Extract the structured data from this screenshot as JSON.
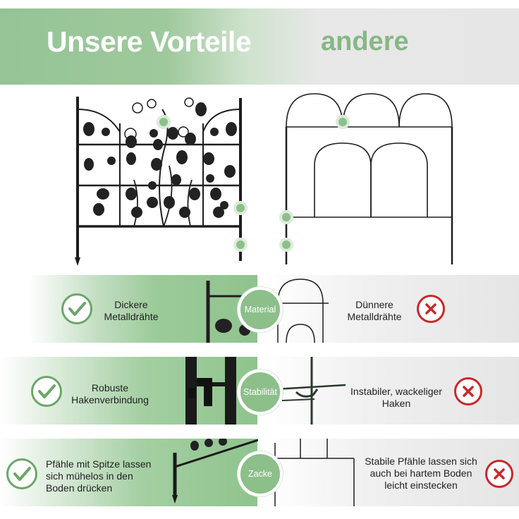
{
  "header": {
    "ours_title": "Unsere Vorteile",
    "other_title": "andere"
  },
  "colors": {
    "accent_green": "#8cbf8a",
    "check_green": "#6ca66a",
    "cross_red": "#c8282b",
    "fence_dark": "#1e1e1e"
  },
  "rows": [
    {
      "badge": "Material",
      "ours_text": "Dickere Metalldrähte",
      "other_text": "Dünnere Metalldrähte",
      "ours_icon": "check-icon",
      "other_icon": "cross-icon"
    },
    {
      "badge": "Stabilität",
      "ours_text": "Robuste Hakenverbindung",
      "other_text": "Instabiler, wackeliger Haken",
      "ours_icon": "check-icon",
      "other_icon": "cross-icon"
    },
    {
      "badge": "Zacke",
      "ours_text": "Pfähle mit Spitze lassen sich mühelos in den Boden drücken",
      "other_text": "Stabile Pfähle lassen sich auch bei hartem Boden leicht einstecken",
      "ours_icon": "check-icon",
      "other_icon": "cross-icon"
    }
  ]
}
